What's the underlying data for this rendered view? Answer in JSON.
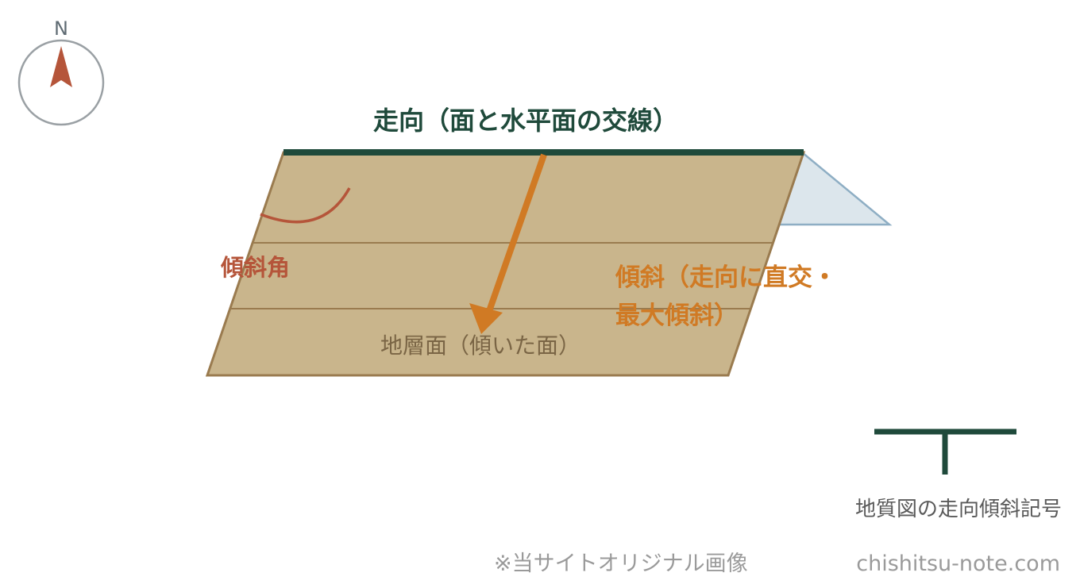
{
  "compass": {
    "north_label": "N"
  },
  "labels": {
    "strike": "走向（面と水平面の交線）",
    "dip_angle": "傾斜角",
    "dip_line1": "傾斜（走向に直交・",
    "dip_line2": "最大傾斜）",
    "bedding_plane": "地層面（傾いた面）",
    "symbol_caption": "地質図の走向傾斜記号",
    "footer_note": "※当サイトオリジナル画像",
    "footer_site": "chishitsu-note.com"
  },
  "colors": {
    "strike_line": "#1f4a3b",
    "plane_fill": "#c9b58c",
    "plane_border": "#9a7b4f",
    "dip_arrow": "#d07a24",
    "dip_angle_arc": "#b5553a",
    "horizontal_plane_fill": "#dce6ec",
    "horizontal_plane_border": "#8eaec4",
    "compass_needle": "#b5553a",
    "compass_ring": "#9aa0a4",
    "caption_gray": "#5a5a5a",
    "footer_gray": "#9a9a9a"
  }
}
